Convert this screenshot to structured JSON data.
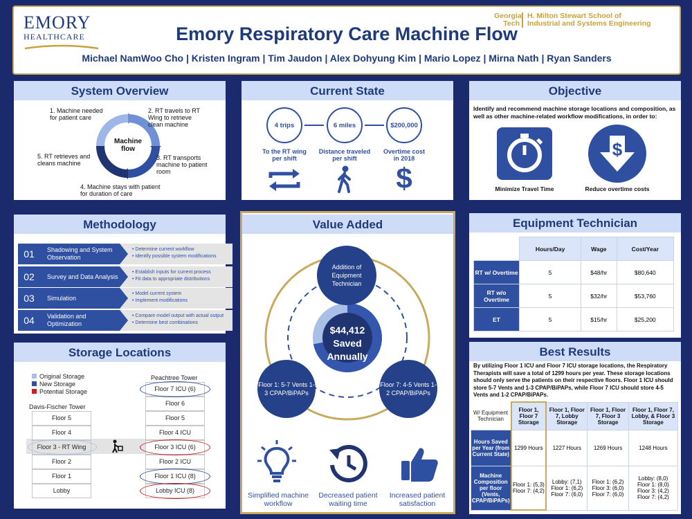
{
  "header": {
    "title": "Emory Respiratory Care Machine Flow",
    "authors": "Michael NamWoo Cho | Kristen Ingram | Tim Jaudon | Alex Dohyung Kim | Mario Lopez | Mirna Nath | Ryan Sanders",
    "logo_left_line1": "EMORY",
    "logo_left_line2": "HEALTHCARE",
    "logo_right_a1": "Georgia",
    "logo_right_a2": "Tech",
    "logo_right_b1": "H. Milton Stewart School of",
    "logo_right_b2": "Industrial and Systems Engineering"
  },
  "system_overview": {
    "title": "System Overview",
    "center": "Machine flow",
    "steps": [
      "1. Machine needed for patient care",
      "2. RT travels to RT Wing to retrieve clean machine",
      "3. RT transports machine to patient room",
      "4. Machine stays with patient for duration of care",
      "5. RT retrieves and cleans machine"
    ]
  },
  "current_state": {
    "title": "Current State",
    "metrics": [
      {
        "value": "4 trips",
        "label": "To the RT wing per shift",
        "icon": "arrows-exchange-icon"
      },
      {
        "value": "6 miles",
        "label": "Distance traveled per shift",
        "icon": "walking-person-icon"
      },
      {
        "value": "$200,000",
        "label": "Overtime cost in 2018",
        "icon": "dollar-icon"
      }
    ]
  },
  "objective": {
    "title": "Objective",
    "text": "Identify and recommend machine storage locations and composition, as well as other machine-related workflow modifications, in order to:",
    "goals": [
      {
        "label": "Minimize Travel Time",
        "icon": "stopwatch-icon"
      },
      {
        "label": "Reduce overtime costs",
        "icon": "dollar-down-icon"
      }
    ]
  },
  "methodology": {
    "title": "Methodology",
    "steps": [
      {
        "num": "01",
        "label": "Shadowing and System Observation",
        "bullets": [
          "Determine current workflow",
          "Identify possible system modifications"
        ]
      },
      {
        "num": "02",
        "label": "Survey and Data Analysis",
        "bullets": [
          "Establish inputs for current process",
          "Fit data to appropriate distributions"
        ]
      },
      {
        "num": "03",
        "label": "Simulation",
        "bullets": [
          "Model current system",
          "Implement modifications"
        ]
      },
      {
        "num": "04",
        "label": "Validation and Optimization",
        "bullets": [
          "Compare model output with actual output",
          "Determine best combinations"
        ]
      }
    ]
  },
  "value_added": {
    "title": "Value Added",
    "top": "Addition of Equipment Technician",
    "left": "Floor 1: 5-7 Vents 1-3 CPAP/BiPAPs",
    "right": "Floor 7: 4-5 Vents 1-2 CPAP/BiPAPs",
    "center": "$44,412 Saved Annually",
    "center_fraction": 0.72,
    "benefits": [
      {
        "label": "Simplified machine workflow",
        "icon": "lightbulb-icon"
      },
      {
        "label": "Decreased patient waiting time",
        "icon": "clock-history-icon"
      },
      {
        "label": "Increased patient satisfaction",
        "icon": "thumbs-up-icon"
      }
    ]
  },
  "equipment_tech": {
    "title": "Equipment Technician",
    "headers": [
      "",
      "Hours/Day",
      "Wage",
      "Cost/Year"
    ],
    "rows": [
      [
        "RT w/ Overtime",
        "5",
        "$48/hr",
        "$80,640"
      ],
      [
        "RT w/o Overtime",
        "5",
        "$32/hr",
        "$53,760"
      ],
      [
        "ET",
        "5",
        "$15/hr",
        "$25,200"
      ]
    ]
  },
  "best_results": {
    "title": "Best Results",
    "text": "By utilizing Floor 1 ICU and Floor 7 ICU storage locations, the Respiratory Therapists will save a total of 1299 hours per year. These storage locations should only serve the patients on their respective floors. Floor 1 ICU should store 5-7 Vents and 1-3 CPAP/BiPAPs, while Floor 7 ICU should store 4-5 Vents and 1-2 CPAP/BiPAPs.",
    "headers": [
      "W/ Equipment Technician",
      "Floor 1, Floor 7 Storage",
      "Floor 1, Floor 7, Lobby Storage",
      "Floor 1, Floor 7, Floor 3 Storage",
      "Floor 1, Floor 7, Lobby, & Floor 3 Storage"
    ],
    "rows": [
      [
        "Hours Saved per Year (from Current State)",
        "1299 Hours",
        "1227 Hours",
        "1269 Hours",
        "1248 Hours"
      ],
      [
        "Machine Composition per floor (Vents, CPAP/BiPAPs)",
        "Floor 1: (5,3)\nFloor 7: (4,2)",
        "Lobby: (7,1)\nFloor 1: (6,2)\nFloor 7: (6,0)",
        "Floor 1: (6,2)\nFloor 3: (6,0)\nFloor 7: (6,0)",
        "Lobby: (8,0)\nFloor 1: (8,0)\nFloor 3: (4,2)\nFloor 7: (4,2)"
      ]
    ]
  },
  "storage": {
    "title": "Storage Locations",
    "legend": [
      {
        "label": "Original Storage",
        "color": "#a9bfe8"
      },
      {
        "label": "New Storage",
        "color": "#2f4fa0"
      },
      {
        "label": "Potential Storage",
        "color": "#cc1f1f"
      }
    ],
    "tower_a": "Davis-Fischer Tower",
    "tower_b": "Peachtree Tower",
    "floors_a": [
      "Floor 5",
      "Floor 4",
      "Floor 3 - RT Wing",
      "Floor 2",
      "Floor 1",
      "Lobby"
    ],
    "floors_b": [
      "Floor 7 ICU (6)",
      "Floor 6",
      "Floor 5",
      "Floor 4 ICU",
      "Floor 3 ICU (6)",
      "Floor 2 ICU",
      "Floor 1 ICU (8)",
      "Lobby ICU (8)"
    ]
  }
}
